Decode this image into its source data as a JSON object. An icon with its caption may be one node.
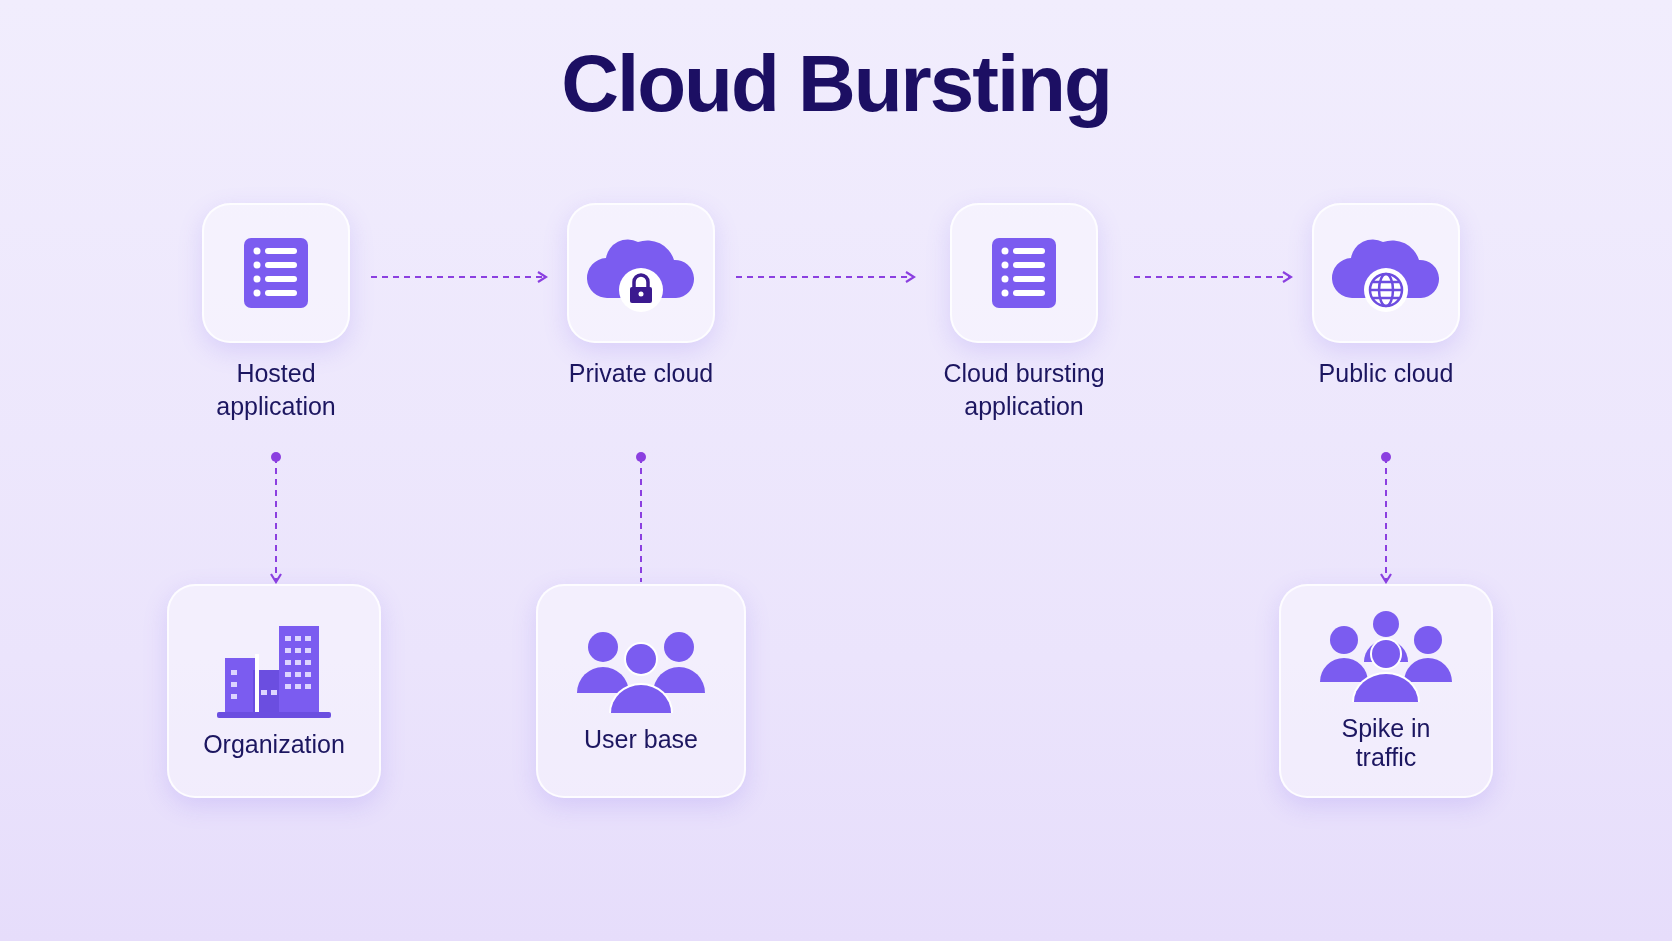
{
  "diagram": {
    "title": "Cloud Bursting",
    "nodes": [
      {
        "text": [
          "Hosted application"
        ]
      },
      {
        "text": [
          "Private cloud"
        ]
      },
      {
        "text": [
          "Cloud bursting application"
        ]
      },
      {
        "text": [
          "Public cloud"
        ]
      },
      {
        "text": [
          "Organization"
        ]
      },
      {
        "text": [
          "User base"
        ]
      },
      {
        "text": [
          "Spike in traffic"
        ]
      }
    ],
    "edges": [
      {
        "from": 0,
        "to": 1,
        "arrow": "to",
        "style": "dashed"
      },
      {
        "from": 1,
        "to": 2,
        "arrow": "to",
        "style": "dashed"
      },
      {
        "from": 2,
        "to": 3,
        "arrow": "to",
        "style": "dashed"
      },
      {
        "from": 0,
        "to": 4,
        "arrow": "to",
        "style": "dashed"
      },
      {
        "from": 1,
        "to": 5,
        "arrow": "other",
        "style": "dashed"
      },
      {
        "from": 3,
        "to": 6,
        "arrow": "to",
        "style": "dashed"
      }
    ]
  }
}
